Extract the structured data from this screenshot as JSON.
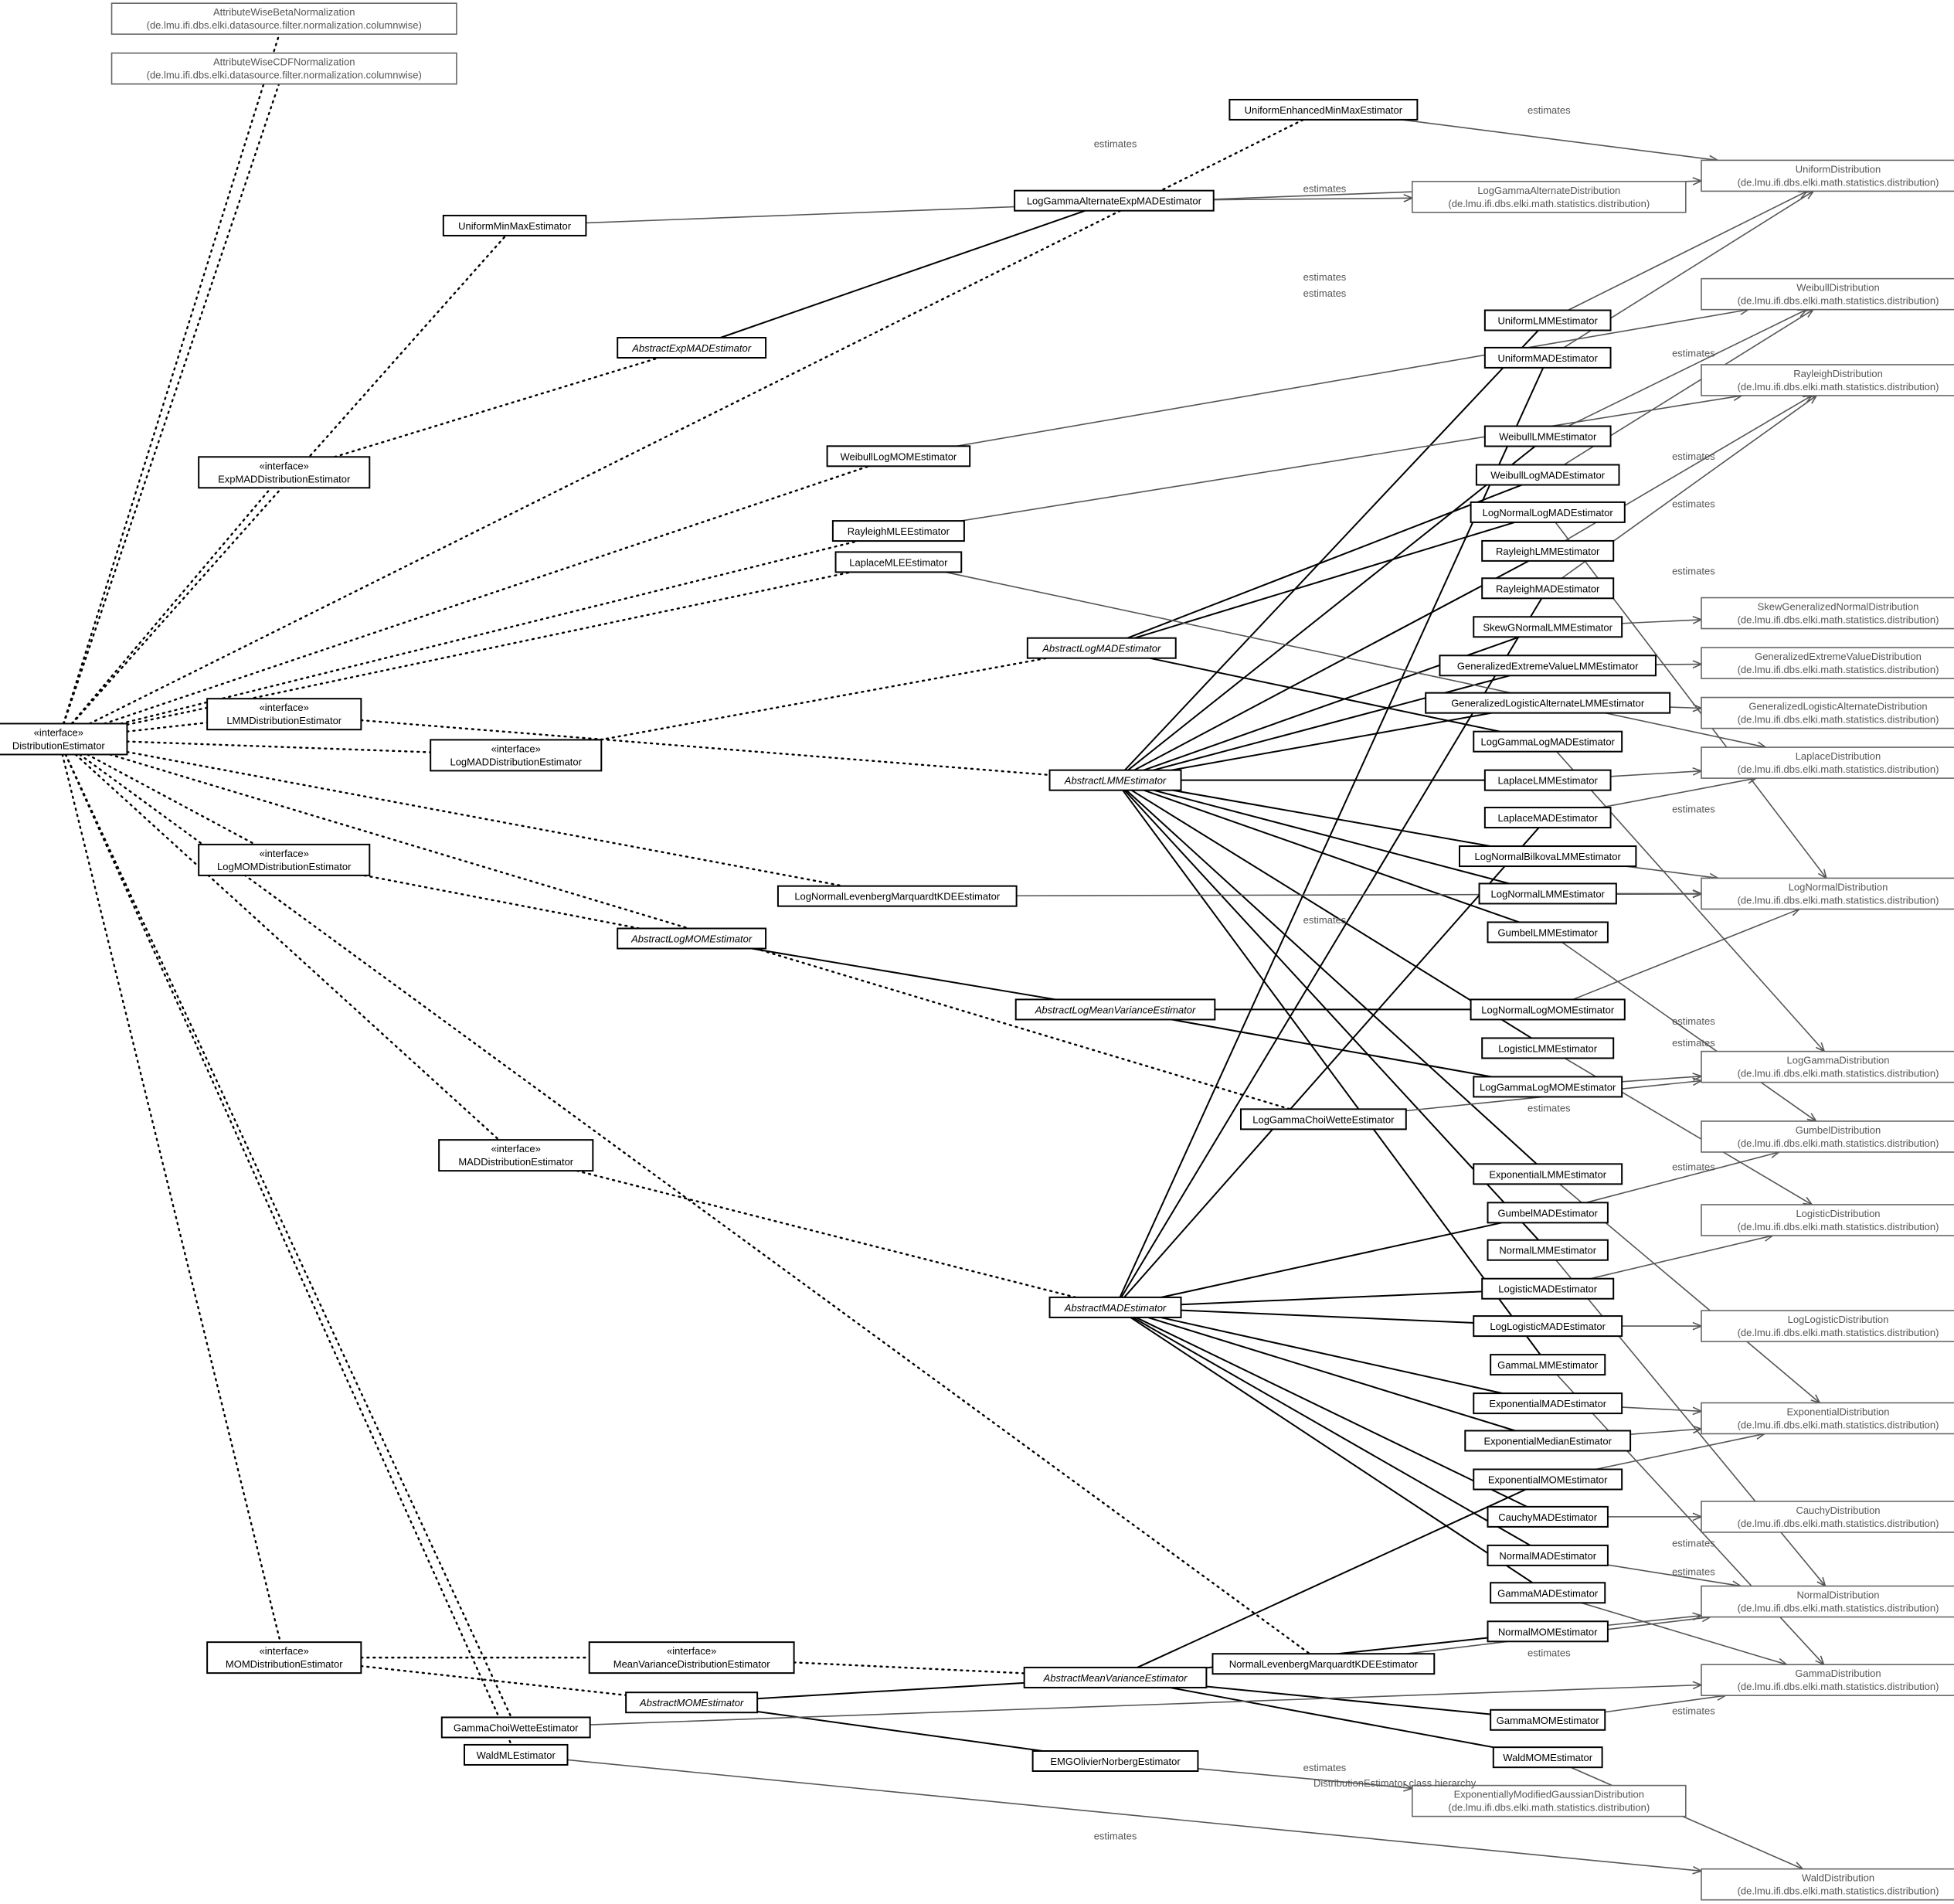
{
  "title": "DistributionEstimator class hierarchy",
  "stereotype": "«interface»",
  "edge_label": "estimates",
  "package": "(de.lmu.ifi.dbs.elki.math.statistics.distribution)",
  "nodes": [
    {
      "id": "DE",
      "name": "DistributionEstimator",
      "kind": "interface"
    },
    {
      "id": "AWB",
      "name": "AttributeWiseBetaNormalization",
      "kind": "ext",
      "pkg": "(de.lmu.ifi.dbs.elki.datasource.filter.normalization.columnwise)"
    },
    {
      "id": "AWC",
      "name": "AttributeWiseCDFNormalization",
      "kind": "ext",
      "pkg": "(de.lmu.ifi.dbs.elki.datasource.filter.normalization.columnwise)"
    },
    {
      "id": "UEMM",
      "name": "UniformEnhancedMinMaxEstimator",
      "kind": "class"
    },
    {
      "id": "UMM",
      "name": "UniformMinMaxEstimator",
      "kind": "class"
    },
    {
      "id": "LGAEMAD",
      "name": "LogGammaAlternateExpMADEstimator",
      "kind": "class"
    },
    {
      "id": "AEMAD",
      "name": "AbstractExpMADEstimator",
      "kind": "abstract"
    },
    {
      "id": "EMADDE",
      "name": "ExpMADDistributionEstimator",
      "kind": "interface"
    },
    {
      "id": "WLMOM",
      "name": "WeibullLogMOMEstimator",
      "kind": "class"
    },
    {
      "id": "RMLE",
      "name": "RayleighMLEEstimator",
      "kind": "class"
    },
    {
      "id": "LMLE",
      "name": "LaplaceMLEEstimator",
      "kind": "class"
    },
    {
      "id": "ALMAD",
      "name": "AbstractLogMADEstimator",
      "kind": "abstract"
    },
    {
      "id": "LMMDE",
      "name": "LMMDistributionEstimator",
      "kind": "interface"
    },
    {
      "id": "LMADDE",
      "name": "LogMADDistributionEstimator",
      "kind": "interface"
    },
    {
      "id": "ALMM",
      "name": "AbstractLMMEstimator",
      "kind": "abstract"
    },
    {
      "id": "LMOMDE",
      "name": "LogMOMDistributionEstimator",
      "kind": "interface"
    },
    {
      "id": "LNLMK",
      "name": "LogNormalLevenbergMarquardtKDEEstimator",
      "kind": "class"
    },
    {
      "id": "ALMOM",
      "name": "AbstractLogMOMEstimator",
      "kind": "abstract"
    },
    {
      "id": "ALMV",
      "name": "AbstractLogMeanVarianceEstimator",
      "kind": "abstract"
    },
    {
      "id": "LGCW",
      "name": "LogGammaChoiWetteEstimator",
      "kind": "class"
    },
    {
      "id": "MADDE",
      "name": "MADDistributionEstimator",
      "kind": "interface"
    },
    {
      "id": "AMAD",
      "name": "AbstractMADEstimator",
      "kind": "abstract"
    },
    {
      "id": "MOMDE",
      "name": "MOMDistributionEstimator",
      "kind": "interface"
    },
    {
      "id": "MVDE",
      "name": "MeanVarianceDistributionEstimator",
      "kind": "interface"
    },
    {
      "id": "AMOM",
      "name": "AbstractMOMEstimator",
      "kind": "abstract"
    },
    {
      "id": "AMV",
      "name": "AbstractMeanVarianceEstimator",
      "kind": "abstract"
    },
    {
      "id": "NLMK",
      "name": "NormalLevenbergMarquardtKDEEstimator",
      "kind": "class"
    },
    {
      "id": "GCW",
      "name": "GammaChoiWetteEstimator",
      "kind": "class"
    },
    {
      "id": "WML",
      "name": "WaldMLEstimator",
      "kind": "class"
    },
    {
      "id": "EMGON",
      "name": "EMGOlivierNorbergEstimator",
      "kind": "class"
    },
    {
      "id": "ULMM",
      "name": "UniformLMMEstimator",
      "kind": "class"
    },
    {
      "id": "UMAD",
      "name": "UniformMADEstimator",
      "kind": "class"
    },
    {
      "id": "WLMM",
      "name": "WeibullLMMEstimator",
      "kind": "class"
    },
    {
      "id": "WLMAD",
      "name": "WeibullLogMADEstimator",
      "kind": "class"
    },
    {
      "id": "LNLMAD",
      "name": "LogNormalLogMADEstimator",
      "kind": "class"
    },
    {
      "id": "RLMM",
      "name": "RayleighLMMEstimator",
      "kind": "class"
    },
    {
      "id": "RMAD",
      "name": "RayleighMADEstimator",
      "kind": "class"
    },
    {
      "id": "SGNLMM",
      "name": "SkewGNormalLMMEstimator",
      "kind": "class"
    },
    {
      "id": "GEVLMM",
      "name": "GeneralizedExtremeValueLMMEstimator",
      "kind": "class"
    },
    {
      "id": "GLALMM",
      "name": "GeneralizedLogisticAlternateLMMEstimator",
      "kind": "class"
    },
    {
      "id": "LGLMAD",
      "name": "LogGammaLogMADEstimator",
      "kind": "class"
    },
    {
      "id": "LLMM",
      "name": "LaplaceLMMEstimator",
      "kind": "class"
    },
    {
      "id": "LMAD",
      "name": "LaplaceMADEstimator",
      "kind": "class"
    },
    {
      "id": "LNBLMM",
      "name": "LogNormalBilkovaLMMEstimator",
      "kind": "class"
    },
    {
      "id": "LNLMM",
      "name": "LogNormalLMMEstimator",
      "kind": "class"
    },
    {
      "id": "GULMM",
      "name": "GumbelLMMEstimator",
      "kind": "class"
    },
    {
      "id": "LNLMOM",
      "name": "LogNormalLogMOMEstimator",
      "kind": "class"
    },
    {
      "id": "LOLMM",
      "name": "LogisticLMMEstimator",
      "kind": "class"
    },
    {
      "id": "LGLMOM",
      "name": "LogGammaLogMOMEstimator",
      "kind": "class"
    },
    {
      "id": "EXLMM",
      "name": "ExponentialLMMEstimator",
      "kind": "class"
    },
    {
      "id": "GUMAD",
      "name": "GumbelMADEstimator",
      "kind": "class"
    },
    {
      "id": "NLMM",
      "name": "NormalLMMEstimator",
      "kind": "class"
    },
    {
      "id": "LOMAD",
      "name": "LogisticMADEstimator",
      "kind": "class"
    },
    {
      "id": "LLOMAD",
      "name": "LogLogisticMADEstimator",
      "kind": "class"
    },
    {
      "id": "GALMM",
      "name": "GammaLMMEstimator",
      "kind": "class"
    },
    {
      "id": "EXMAD",
      "name": "ExponentialMADEstimator",
      "kind": "class"
    },
    {
      "id": "EXMED",
      "name": "ExponentialMedianEstimator",
      "kind": "class"
    },
    {
      "id": "EXMOM",
      "name": "ExponentialMOMEstimator",
      "kind": "class"
    },
    {
      "id": "CMAD",
      "name": "CauchyMADEstimator",
      "kind": "class"
    },
    {
      "id": "NMAD",
      "name": "NormalMADEstimator",
      "kind": "class"
    },
    {
      "id": "GAMAD",
      "name": "GammaMADEstimator",
      "kind": "class"
    },
    {
      "id": "NMOM",
      "name": "NormalMOMEstimator",
      "kind": "class"
    },
    {
      "id": "GAMOM",
      "name": "GammaMOMEstimator",
      "kind": "class"
    },
    {
      "id": "WMOM",
      "name": "WaldMOMEstimator",
      "kind": "class"
    },
    {
      "id": "UD",
      "name": "UniformDistribution",
      "kind": "dist"
    },
    {
      "id": "LGAD",
      "name": "LogGammaAlternateDistribution",
      "kind": "dist"
    },
    {
      "id": "WD",
      "name": "WeibullDistribution",
      "kind": "dist"
    },
    {
      "id": "RD",
      "name": "RayleighDistribution",
      "kind": "dist"
    },
    {
      "id": "SGND",
      "name": "SkewGeneralizedNormalDistribution",
      "kind": "dist"
    },
    {
      "id": "GEVD",
      "name": "GeneralizedExtremeValueDistribution",
      "kind": "dist"
    },
    {
      "id": "GLAD",
      "name": "GeneralizedLogisticAlternateDistribution",
      "kind": "dist"
    },
    {
      "id": "LD",
      "name": "LaplaceDistribution",
      "kind": "dist"
    },
    {
      "id": "LND",
      "name": "LogNormalDistribution",
      "kind": "dist"
    },
    {
      "id": "LGD",
      "name": "LogGammaDistribution",
      "kind": "dist"
    },
    {
      "id": "GUD",
      "name": "GumbelDistribution",
      "kind": "dist"
    },
    {
      "id": "LOD",
      "name": "LogisticDistribution",
      "kind": "dist"
    },
    {
      "id": "LLOD",
      "name": "LogLogisticDistribution",
      "kind": "dist"
    },
    {
      "id": "EXD",
      "name": "ExponentialDistribution",
      "kind": "dist"
    },
    {
      "id": "CD",
      "name": "CauchyDistribution",
      "kind": "dist"
    },
    {
      "id": "ND",
      "name": "NormalDistribution",
      "kind": "dist"
    },
    {
      "id": "GAD",
      "name": "GammaDistribution",
      "kind": "dist"
    },
    {
      "id": "EMGD",
      "name": "ExponentiallyModifiedGaussianDistribution",
      "kind": "dist"
    },
    {
      "id": "WAD",
      "name": "WaldDistribution",
      "kind": "dist"
    }
  ],
  "edges": [
    [
      "DE",
      "AWB",
      "dep"
    ],
    [
      "DE",
      "AWC",
      "dep"
    ],
    [
      "DE",
      "UEMM",
      "dep"
    ],
    [
      "DE",
      "UMM",
      "dep"
    ],
    [
      "DE",
      "EMADDE",
      "dep"
    ],
    [
      "DE",
      "WLMOM",
      "dep"
    ],
    [
      "DE",
      "RMLE",
      "dep"
    ],
    [
      "DE",
      "LMLE",
      "dep"
    ],
    [
      "DE",
      "LMMDE",
      "dep"
    ],
    [
      "DE",
      "LMADDE",
      "dep"
    ],
    [
      "DE",
      "LMOMDE",
      "dep"
    ],
    [
      "DE",
      "LNLMK",
      "dep"
    ],
    [
      "DE",
      "LGCW",
      "dep"
    ],
    [
      "DE",
      "MADDE",
      "dep"
    ],
    [
      "DE",
      "NLMK",
      "dep"
    ],
    [
      "DE",
      "MOMDE",
      "dep"
    ],
    [
      "DE",
      "GCW",
      "dep"
    ],
    [
      "DE",
      "WML",
      "dep"
    ],
    [
      "EMADDE",
      "AEMAD",
      "dep"
    ],
    [
      "LMMDE",
      "ALMM",
      "dep"
    ],
    [
      "LMADDE",
      "ALMAD",
      "dep"
    ],
    [
      "LMOMDE",
      "ALMOM",
      "dep"
    ],
    [
      "MADDE",
      "AMAD",
      "dep"
    ],
    [
      "MOMDE",
      "MVDE",
      "dep"
    ],
    [
      "MOMDE",
      "AMOM",
      "dep"
    ],
    [
      "MVDE",
      "AMV",
      "dep"
    ],
    [
      "AEMAD",
      "LGAEMAD",
      "real"
    ],
    [
      "ALMOM",
      "ALMV",
      "real"
    ],
    [
      "AMOM",
      "AMV",
      "real"
    ],
    [
      "AMOM",
      "EMGON",
      "real"
    ],
    [
      "ALMAD",
      "WLMAD",
      "real"
    ],
    [
      "ALMAD",
      "LNLMAD",
      "real"
    ],
    [
      "ALMAD",
      "LGLMAD",
      "real"
    ],
    [
      "ALMM",
      "ULMM",
      "real"
    ],
    [
      "ALMM",
      "WLMM",
      "real"
    ],
    [
      "ALMM",
      "RLMM",
      "real"
    ],
    [
      "ALMM",
      "SGNLMM",
      "real"
    ],
    [
      "ALMM",
      "GEVLMM",
      "real"
    ],
    [
      "ALMM",
      "GLALMM",
      "real"
    ],
    [
      "ALMM",
      "LLMM",
      "real"
    ],
    [
      "ALMM",
      "LNBLMM",
      "real"
    ],
    [
      "ALMM",
      "LNLMM",
      "real"
    ],
    [
      "ALMM",
      "GULMM",
      "real"
    ],
    [
      "ALMM",
      "LOLMM",
      "real"
    ],
    [
      "ALMM",
      "EXLMM",
      "real"
    ],
    [
      "ALMM",
      "NLMM",
      "real"
    ],
    [
      "ALMM",
      "GALMM",
      "real"
    ],
    [
      "ALMV",
      "LNLMOM",
      "real"
    ],
    [
      "ALMV",
      "LGLMOM",
      "real"
    ],
    [
      "AMAD",
      "UMAD",
      "real"
    ],
    [
      "AMAD",
      "RMAD",
      "real"
    ],
    [
      "AMAD",
      "LMAD",
      "real"
    ],
    [
      "AMAD",
      "GUMAD",
      "real"
    ],
    [
      "AMAD",
      "LOMAD",
      "real"
    ],
    [
      "AMAD",
      "LLOMAD",
      "real"
    ],
    [
      "AMAD",
      "EXMAD",
      "real"
    ],
    [
      "AMAD",
      "EXMED",
      "real"
    ],
    [
      "AMAD",
      "CMAD",
      "real"
    ],
    [
      "AMAD",
      "NMAD",
      "real"
    ],
    [
      "AMAD",
      "GAMAD",
      "real"
    ],
    [
      "AMV",
      "EXMOM",
      "real"
    ],
    [
      "AMV",
      "NMOM",
      "real"
    ],
    [
      "AMV",
      "GAMOM",
      "real"
    ],
    [
      "AMV",
      "WMOM",
      "real"
    ],
    [
      "UEMM",
      "UD",
      "est"
    ],
    [
      "UMM",
      "UD",
      "est"
    ],
    [
      "ULMM",
      "UD",
      "est"
    ],
    [
      "UMAD",
      "UD",
      "est"
    ],
    [
      "LGAEMAD",
      "LGAD",
      "est"
    ],
    [
      "WLMOM",
      "WD",
      "est"
    ],
    [
      "WLMM",
      "WD",
      "est"
    ],
    [
      "WLMAD",
      "WD",
      "est"
    ],
    [
      "RMLE",
      "RD",
      "est"
    ],
    [
      "RLMM",
      "RD",
      "est"
    ],
    [
      "RMAD",
      "RD",
      "est"
    ],
    [
      "SGNLMM",
      "SGND",
      "est"
    ],
    [
      "GEVLMM",
      "GEVD",
      "est"
    ],
    [
      "GLALMM",
      "GLAD",
      "est"
    ],
    [
      "LMLE",
      "LD",
      "est"
    ],
    [
      "LLMM",
      "LD",
      "est"
    ],
    [
      "LMAD",
      "LD",
      "est"
    ],
    [
      "LNLMAD",
      "LND",
      "est"
    ],
    [
      "LNBLMM",
      "LND",
      "est"
    ],
    [
      "LNLMM",
      "LND",
      "est"
    ],
    [
      "LNLMK",
      "LND",
      "est"
    ],
    [
      "LNLMOM",
      "LND",
      "est"
    ],
    [
      "LGLMAD",
      "LGD",
      "est"
    ],
    [
      "LGLMOM",
      "LGD",
      "est"
    ],
    [
      "LGCW",
      "LGD",
      "est"
    ],
    [
      "GULMM",
      "GUD",
      "est"
    ],
    [
      "GUMAD",
      "GUD",
      "est"
    ],
    [
      "LOLMM",
      "LOD",
      "est"
    ],
    [
      "LOMAD",
      "LOD",
      "est"
    ],
    [
      "LLOMAD",
      "LLOD",
      "est"
    ],
    [
      "EXLMM",
      "EXD",
      "est"
    ],
    [
      "EXMAD",
      "EXD",
      "est"
    ],
    [
      "EXMED",
      "EXD",
      "est"
    ],
    [
      "EXMOM",
      "EXD",
      "est"
    ],
    [
      "CMAD",
      "CD",
      "est"
    ],
    [
      "NLMM",
      "ND",
      "est"
    ],
    [
      "NMAD",
      "ND",
      "est"
    ],
    [
      "NMOM",
      "ND",
      "est"
    ],
    [
      "NLMK",
      "ND",
      "est"
    ],
    [
      "GALMM",
      "GAD",
      "est"
    ],
    [
      "GAMAD",
      "GAD",
      "est"
    ],
    [
      "GAMOM",
      "GAD",
      "est"
    ],
    [
      "GCW",
      "GAD",
      "est"
    ],
    [
      "EMGON",
      "EMGD",
      "est"
    ],
    [
      "WMOM",
      "WAD",
      "est"
    ],
    [
      "WML",
      "WAD",
      "est"
    ]
  ]
}
